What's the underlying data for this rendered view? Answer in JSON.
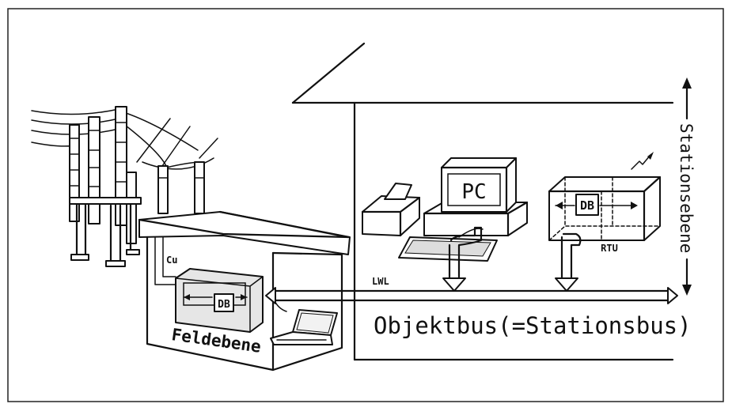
{
  "labels": {
    "pc": "PC",
    "db_station": "DB",
    "db_field": "DB",
    "rtu": "RTU",
    "cu": "Cu",
    "lwl": "LWL",
    "feldebene": "Feldebene",
    "objektbus": "Objektbus(=Stationsbus)",
    "stationsebene": "Stationsebene"
  },
  "icons": [
    "switchyard-icon",
    "building-icon",
    "pc-icon",
    "printer-icon",
    "keyboard-icon",
    "rtu-icon",
    "laptop-icon",
    "field-cabinet-icon"
  ]
}
